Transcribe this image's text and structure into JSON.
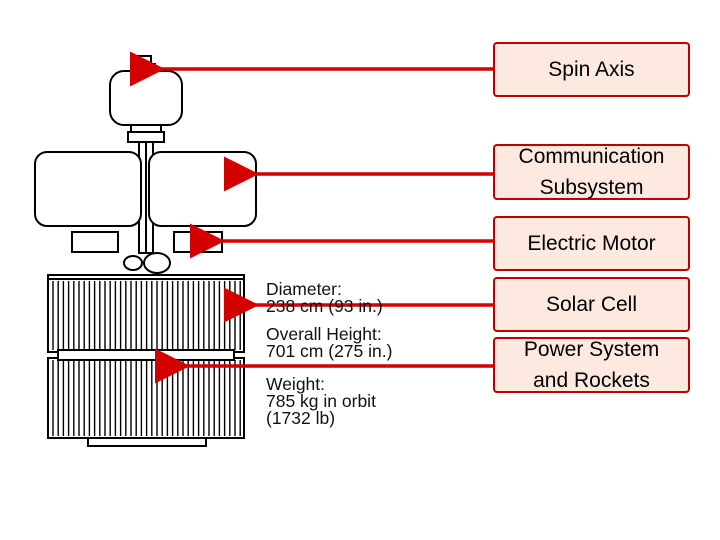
{
  "callouts": {
    "spin_axis": "Spin Axis",
    "communication_line1": "Communication",
    "communication_line2": "Subsystem",
    "electric_motor": "Electric Motor",
    "solar_cell": "Solar Cell",
    "power_line1": "Power System",
    "power_line2": "and Rockets"
  },
  "specs": {
    "diameter_label": "Diameter:",
    "diameter_value": "238 cm (93 in.)",
    "height_label": "Overall Height:",
    "height_value": "701 cm (275 in.)",
    "weight_label": "Weight:",
    "weight_value": "785 kg in orbit",
    "weight_value2": "(1732 lb)"
  },
  "colors": {
    "arrow": "#d40000",
    "callout_fill": "#fde9df",
    "callout_border": "#c00000",
    "drawing": "#000000"
  }
}
